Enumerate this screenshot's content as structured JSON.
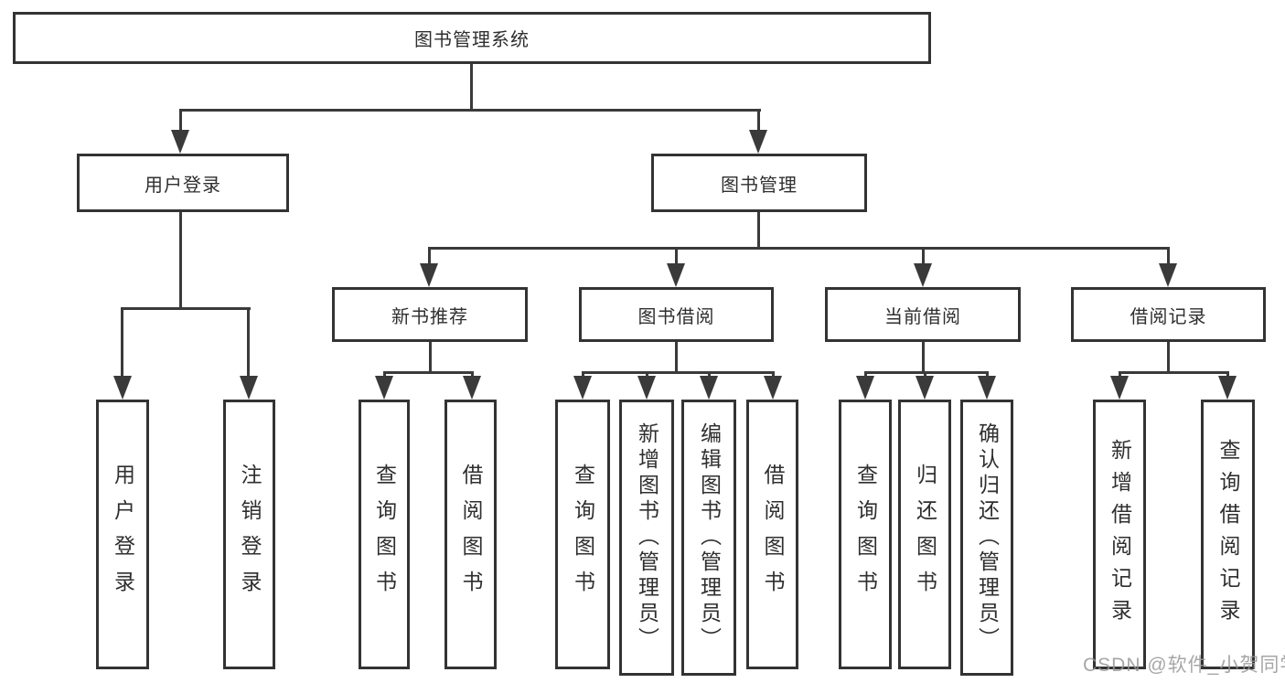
{
  "watermark": "CSDN @软件_小贺同学",
  "colors": {
    "line": "#3a3a3a",
    "border": "#333333",
    "text": "#2f2f2f",
    "background": "#ffffff",
    "watermark": "#969696"
  },
  "tree": {
    "root": {
      "label": "图书管理系统"
    },
    "branches": [
      {
        "label": "用户登录",
        "children": [
          {
            "label": "用户登录"
          },
          {
            "label": "注销登录"
          }
        ]
      },
      {
        "label": "图书管理",
        "children": [
          {
            "label": "新书推荐",
            "children": [
              {
                "label": "查询图书"
              },
              {
                "label": "借阅图书"
              }
            ]
          },
          {
            "label": "图书借阅",
            "children": [
              {
                "label": "查询图书"
              },
              {
                "label": "新增图书（管理员）"
              },
              {
                "label": "编辑图书（管理员）"
              },
              {
                "label": "借阅图书"
              }
            ]
          },
          {
            "label": "当前借阅",
            "children": [
              {
                "label": "查询图书"
              },
              {
                "label": "归还图书"
              },
              {
                "label": "确认归还（管理员）"
              }
            ]
          },
          {
            "label": "借阅记录",
            "children": [
              {
                "label": "新增借阅记录"
              },
              {
                "label": "查询借阅记录"
              }
            ]
          }
        ]
      }
    ]
  }
}
